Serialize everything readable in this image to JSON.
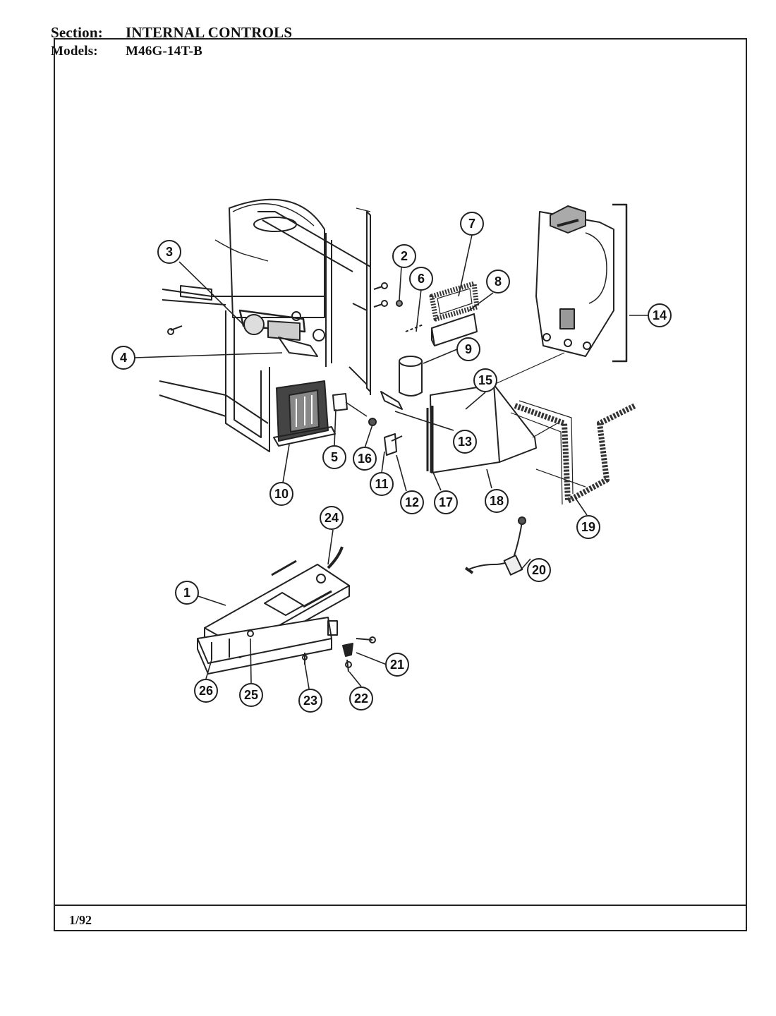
{
  "header": {
    "section_label": "Section:",
    "section_value": "INTERNAL CONTROLS",
    "models_label": "Models:",
    "models_value": "M46G-14T-B"
  },
  "footer": {
    "page": "1/92"
  },
  "callouts": [
    "1",
    "2",
    "3",
    "4",
    "5",
    "6",
    "7",
    "8",
    "9",
    "10",
    "11",
    "12",
    "13",
    "14",
    "15",
    "16",
    "17",
    "18",
    "19",
    "20",
    "21",
    "22",
    "23",
    "24",
    "25",
    "26"
  ]
}
